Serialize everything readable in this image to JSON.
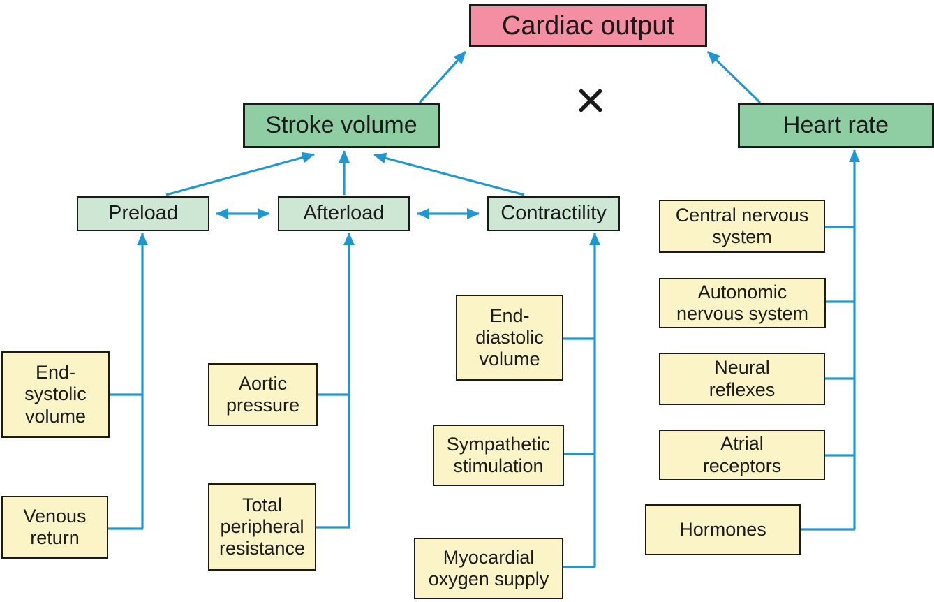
{
  "title": "Cardiac output factors diagram",
  "operator_symbol": "×",
  "colors": {
    "pink": "#f48ea2",
    "green": "#8fcda3",
    "lightgreen": "#cee6d4",
    "cream": "#fbf4c7",
    "blue": "#1e97d3",
    "border": "#1a1a1a"
  },
  "nodes": {
    "cardiac_output": {
      "label": "Cardiac output"
    },
    "stroke_volume": {
      "label": "Stroke volume"
    },
    "heart_rate": {
      "label": "Heart rate"
    },
    "preload": {
      "label": "Preload"
    },
    "afterload": {
      "label": "Afterload"
    },
    "contractility": {
      "label": "Contractility"
    },
    "end_systolic_volume": {
      "label": "End-\nsystolic\nvolume"
    },
    "venous_return": {
      "label": "Venous\nreturn"
    },
    "aortic_pressure": {
      "label": "Aortic\npressure"
    },
    "total_peripheral_resistance": {
      "label": "Total\nperipheral\nresistance"
    },
    "end_diastolic_volume": {
      "label": "End-\ndiastolic\nvolume"
    },
    "sympathetic_stimulation": {
      "label": "Sympathetic\nstimulation"
    },
    "myocardial_oxygen_supply": {
      "label": "Myocardial\noxygen supply"
    },
    "central_nervous_system": {
      "label": "Central nervous\nsystem"
    },
    "autonomic_nervous_system": {
      "label": "Autonomic\nnervous system"
    },
    "neural_reflexes": {
      "label": "Neural\nreflexes"
    },
    "atrial_receptors": {
      "label": "Atrial\nreceptors"
    },
    "hormones": {
      "label": "Hormones"
    }
  },
  "edges": [
    {
      "from": "stroke_volume",
      "to": "cardiac_output",
      "style": "arrow"
    },
    {
      "from": "heart_rate",
      "to": "cardiac_output",
      "style": "arrow"
    },
    {
      "from": "preload",
      "to": "stroke_volume",
      "style": "arrow"
    },
    {
      "from": "afterload",
      "to": "stroke_volume",
      "style": "arrow"
    },
    {
      "from": "contractility",
      "to": "stroke_volume",
      "style": "arrow"
    },
    {
      "from": "preload",
      "to": "afterload",
      "style": "double-arrow"
    },
    {
      "from": "afterload",
      "to": "contractility",
      "style": "double-arrow"
    },
    {
      "from": "end_systolic_volume",
      "to": "preload",
      "style": "arrow"
    },
    {
      "from": "venous_return",
      "to": "preload",
      "style": "arrow"
    },
    {
      "from": "aortic_pressure",
      "to": "afterload",
      "style": "arrow"
    },
    {
      "from": "total_peripheral_resistance",
      "to": "afterload",
      "style": "arrow"
    },
    {
      "from": "end_diastolic_volume",
      "to": "contractility",
      "style": "arrow"
    },
    {
      "from": "sympathetic_stimulation",
      "to": "contractility",
      "style": "arrow"
    },
    {
      "from": "myocardial_oxygen_supply",
      "to": "contractility",
      "style": "arrow"
    },
    {
      "from": "central_nervous_system",
      "to": "heart_rate",
      "style": "arrow"
    },
    {
      "from": "autonomic_nervous_system",
      "to": "heart_rate",
      "style": "arrow"
    },
    {
      "from": "neural_reflexes",
      "to": "heart_rate",
      "style": "arrow"
    },
    {
      "from": "atrial_receptors",
      "to": "heart_rate",
      "style": "arrow"
    },
    {
      "from": "hormones",
      "to": "heart_rate",
      "style": "arrow"
    }
  ]
}
